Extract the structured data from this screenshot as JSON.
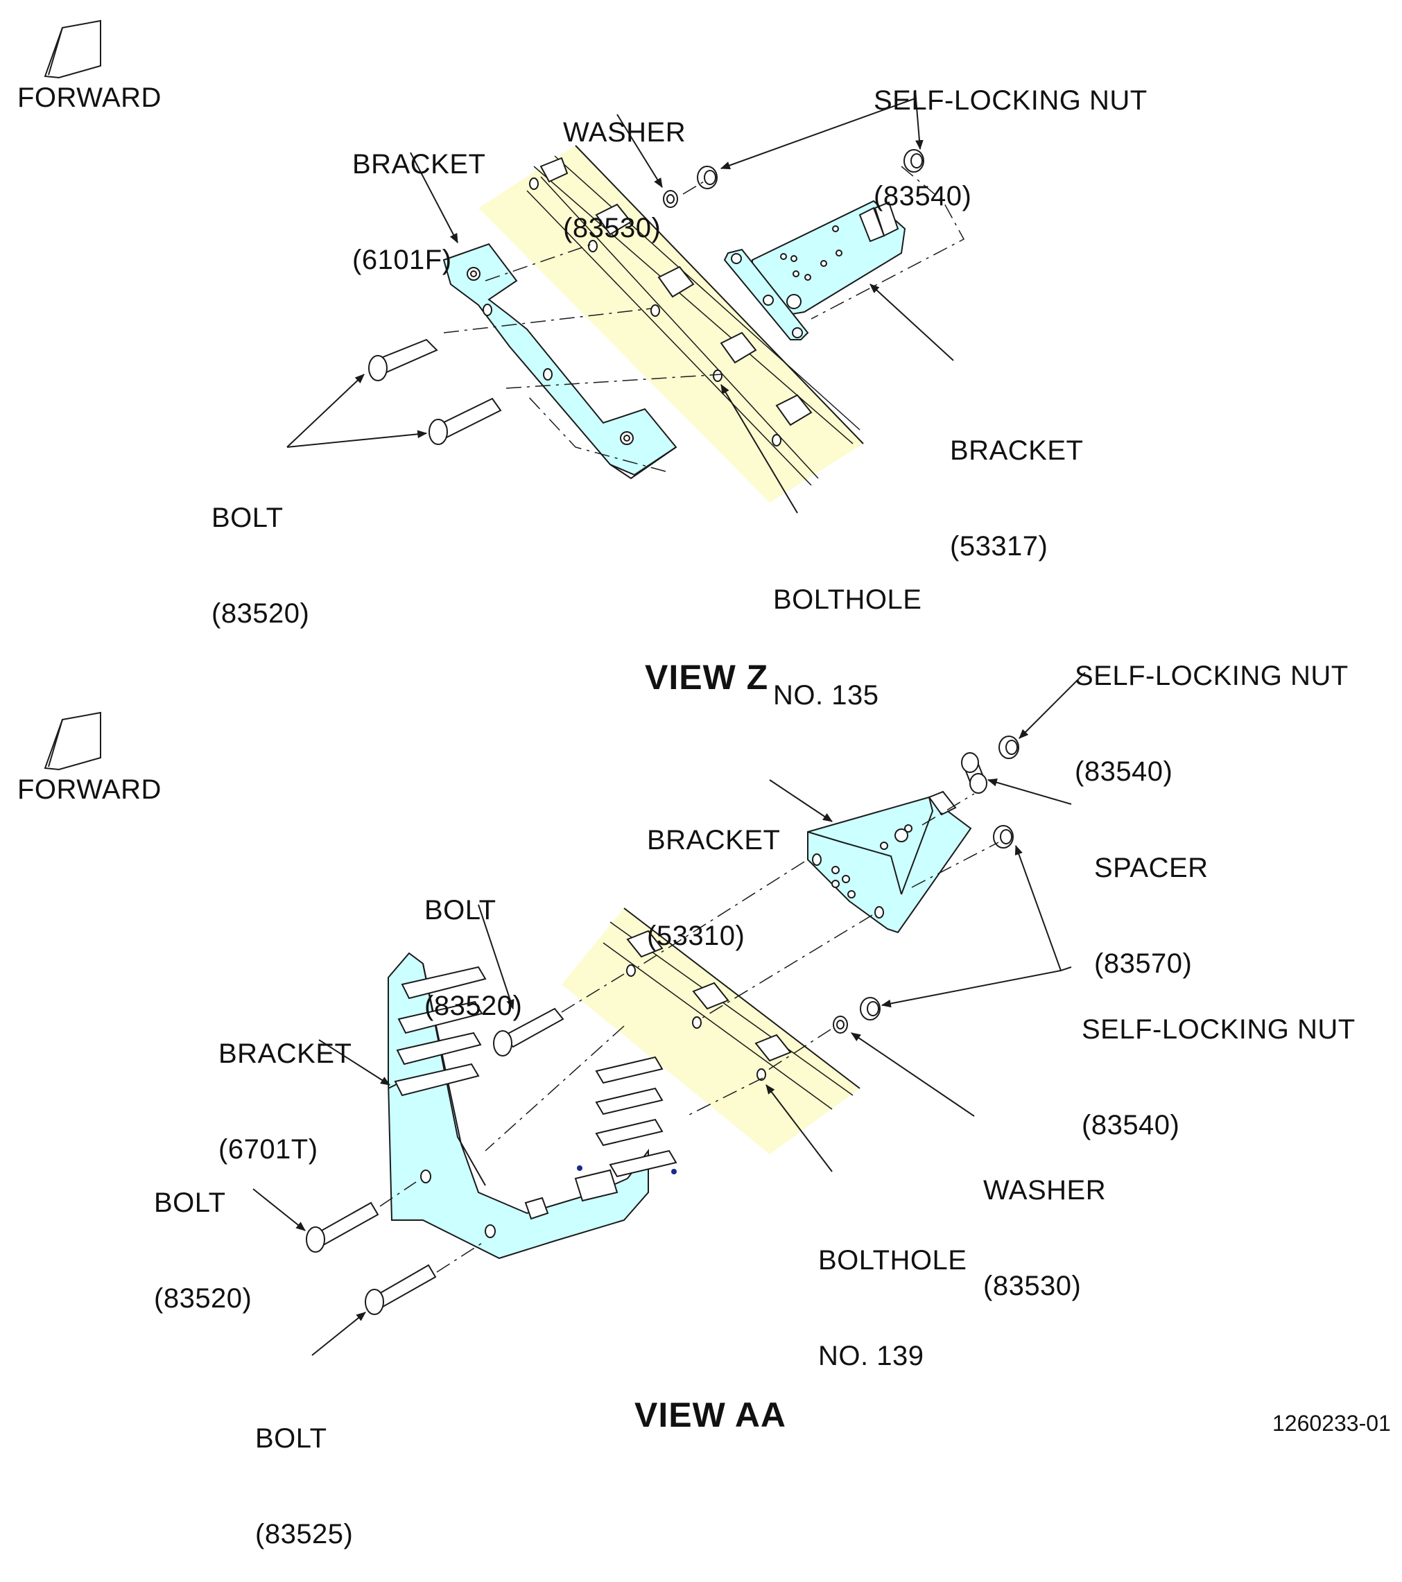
{
  "colors": {
    "panel_fill": "#fdfbd0",
    "part_fill": "#ccffff",
    "line": "#1a1a1a"
  },
  "view_z": {
    "title": "VIEW Z",
    "forward_label": "FORWARD",
    "labels": {
      "bracket_6101f": [
        "BRACKET",
        "(6101F)"
      ],
      "washer": [
        "WASHER",
        "(83530)"
      ],
      "self_locking_nut": [
        "SELF-LOCKING NUT",
        "(83540)"
      ],
      "bracket_53317": [
        "BRACKET",
        "(53317)"
      ],
      "bolt": [
        "BOLT",
        "(83520)"
      ],
      "bolthole": [
        "BOLTHOLE",
        "NO. 135"
      ]
    }
  },
  "view_aa": {
    "title": "VIEW AA",
    "forward_label": "FORWARD",
    "labels": {
      "self_locking_nut_top": [
        "SELF-LOCKING NUT",
        "(83540)"
      ],
      "bracket_53310": [
        "BRACKET",
        "(53310)"
      ],
      "spacer": [
        "SPACER",
        "(83570)"
      ],
      "bolt_upper": [
        "BOLT",
        "(83520)"
      ],
      "self_locking_nut_mid": [
        "SELF-LOCKING NUT",
        "(83540)"
      ],
      "bracket_6701t": [
        "BRACKET",
        "(6701T)"
      ],
      "washer": [
        "WASHER",
        "(83530)"
      ],
      "bolt_left": [
        "BOLT",
        "(83520)"
      ],
      "bolthole": [
        "BOLTHOLE",
        "NO. 139"
      ],
      "bolt_bottom": [
        "BOLT",
        "(83525)"
      ]
    }
  },
  "figure_id": "1260233-01"
}
